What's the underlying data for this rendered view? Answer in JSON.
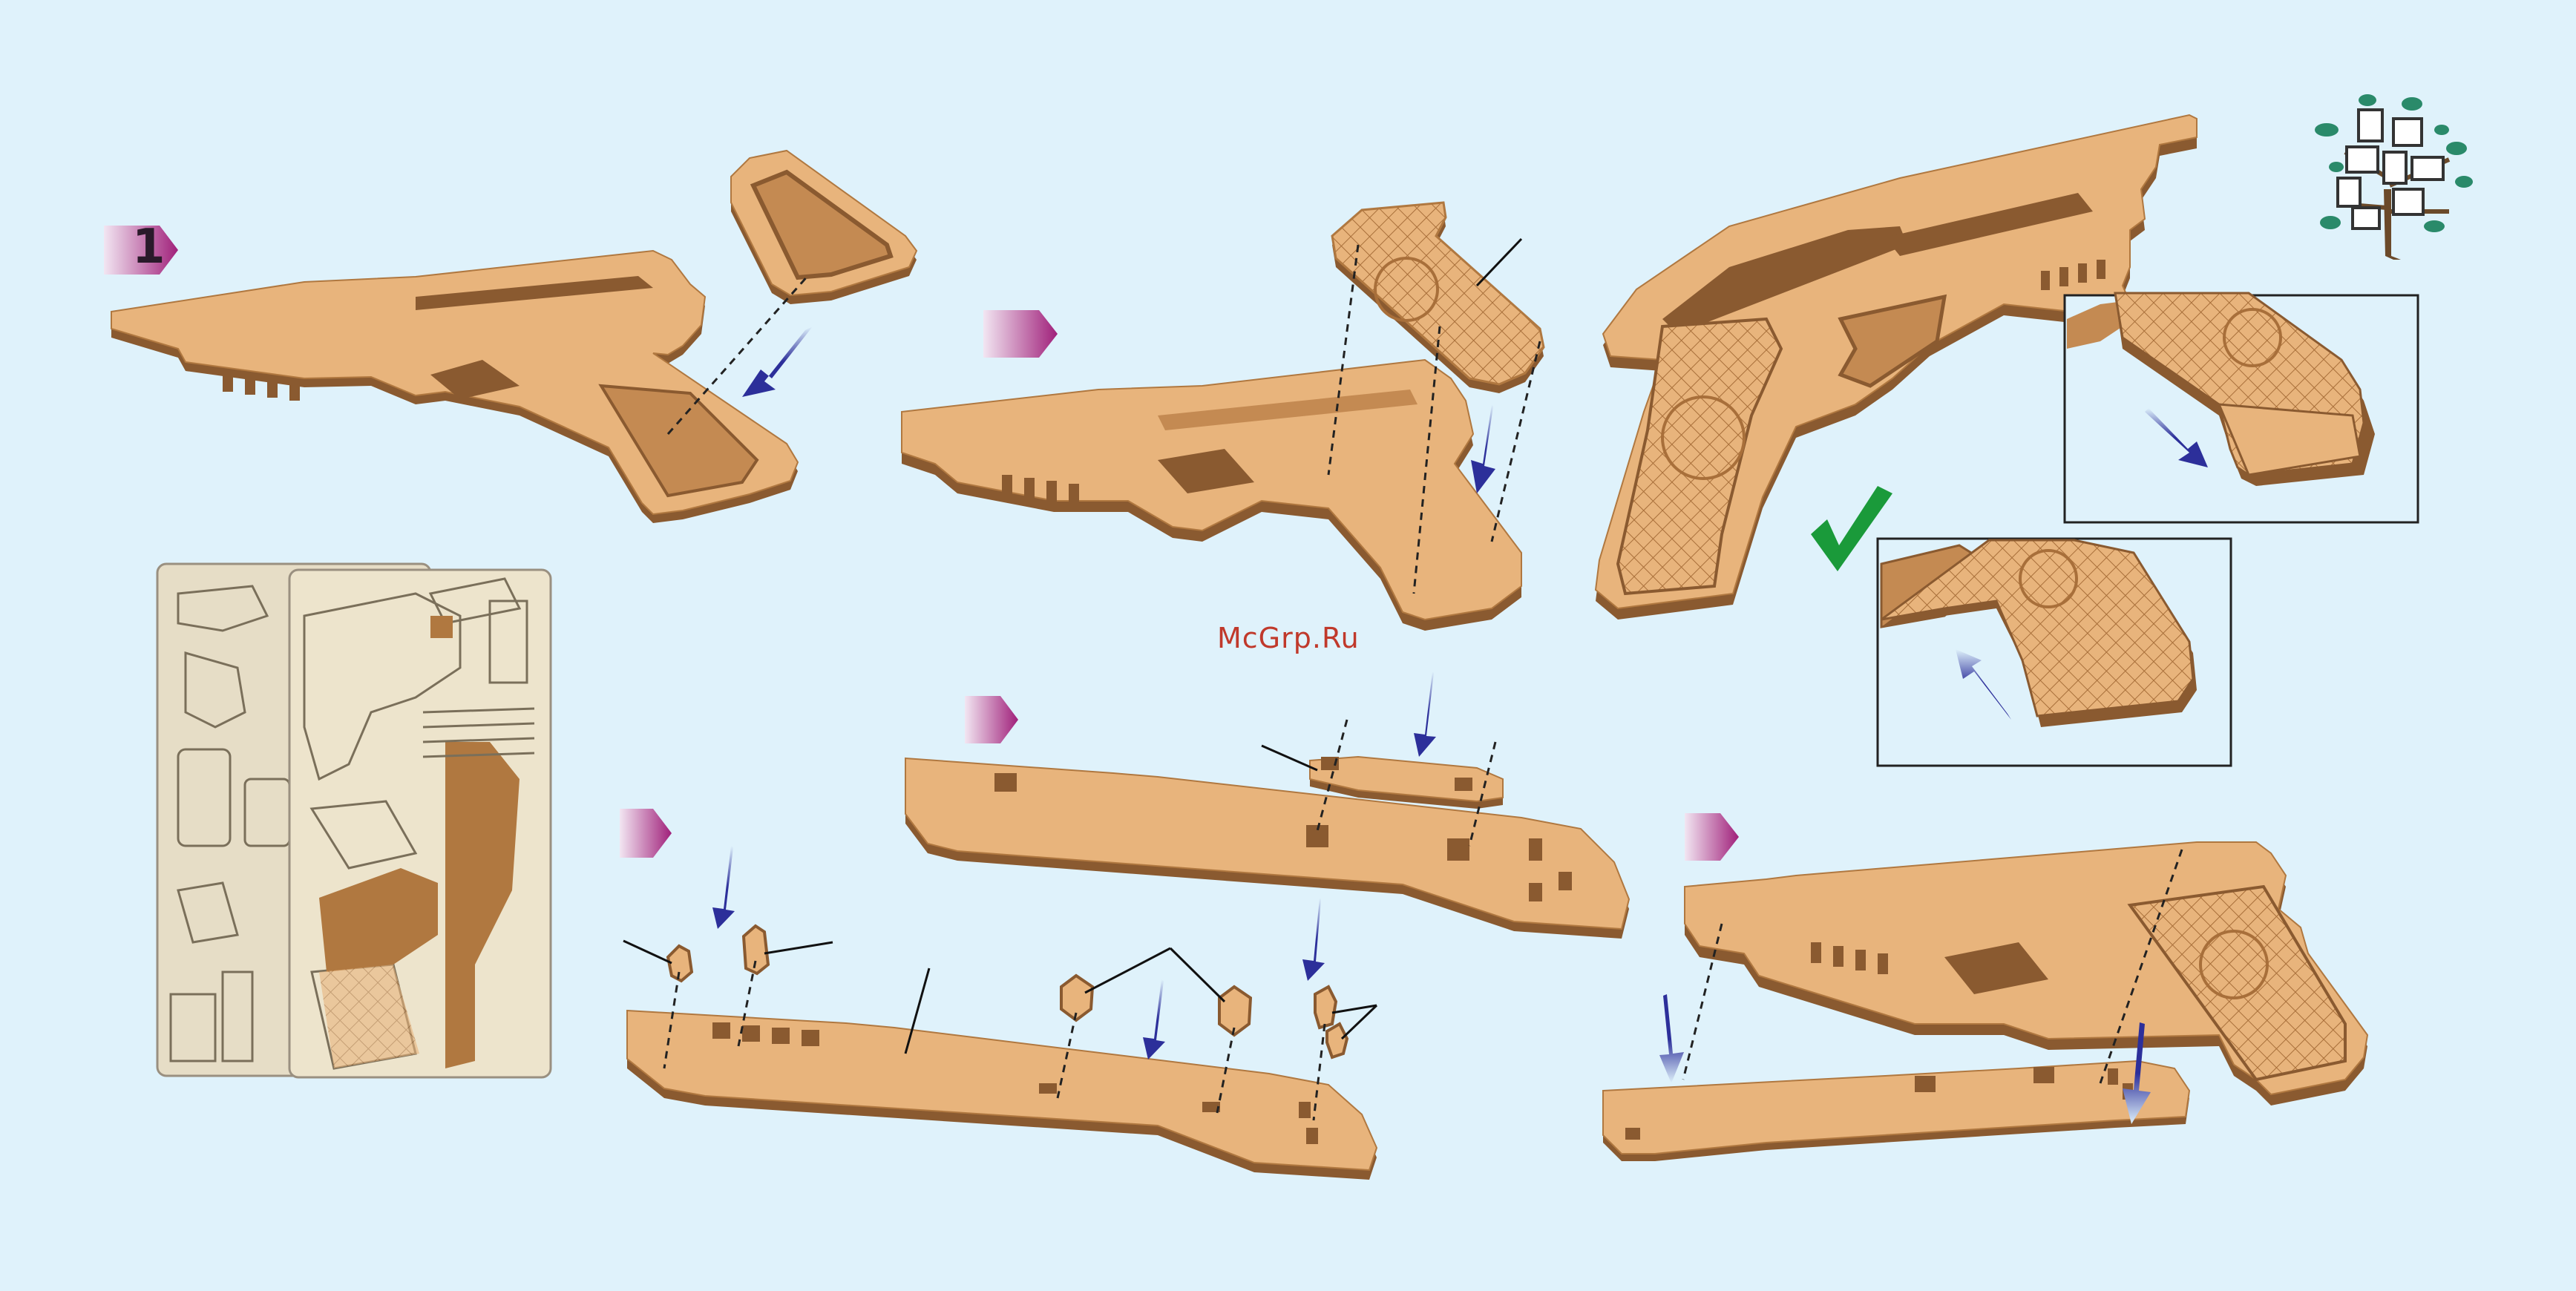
{
  "steps": [
    {
      "id": "step-1",
      "label": "1",
      "x": 0
    },
    {
      "id": "step-2",
      "label": "",
      "x": 0
    },
    {
      "id": "step-3",
      "label": "",
      "x": 0
    },
    {
      "id": "step-4",
      "label": "",
      "x": 0
    },
    {
      "id": "step-5",
      "label": "",
      "x": 0
    }
  ],
  "watermark": "McGrp.Ru",
  "colors": {
    "background": "#dff2fb",
    "wood": "#e8b47c",
    "wood_edge": "#8a5a30",
    "wood_dark": "#6b4020",
    "arrow": "#2c2f9a",
    "step_marker": "#a0207a",
    "check": "#1a9a3a"
  },
  "icons": {
    "logo": "tree-frames-icon",
    "check": "checkmark-icon"
  }
}
